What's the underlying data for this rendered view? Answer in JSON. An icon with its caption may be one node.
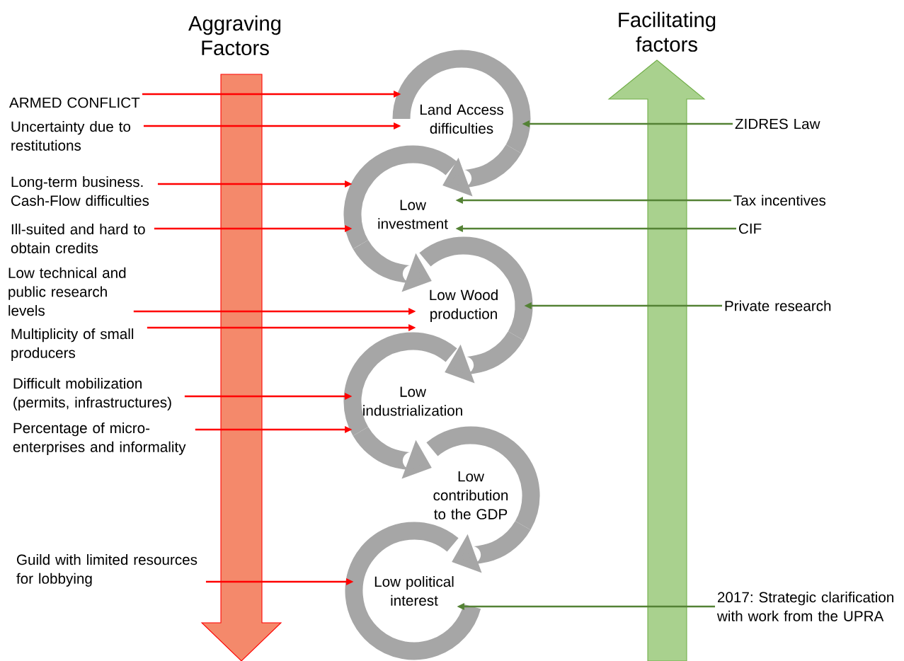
{
  "diagram": {
    "nodes": [
      {
        "text": [
          "ARMED CONFLICT"
        ]
      },
      {
        "text": [
          "Uncertainty due to restitutions"
        ]
      },
      {
        "text": [
          "Long-term business. Cash-Flow difficulties"
        ]
      },
      {
        "text": [
          "Ill-suited and hard to obtain credits"
        ]
      },
      {
        "text": [
          "Low technical and public research levels"
        ]
      },
      {
        "text": [
          "Multiplicity of small producers"
        ]
      },
      {
        "text": [
          "Difficult mobilization (permits, infrastructures)"
        ]
      },
      {
        "text": [
          "Percentage of micro-enterprises and informality"
        ]
      },
      {
        "text": [
          "Guild with limited resources for lobbying"
        ]
      },
      {
        "text": [
          "Land Access difficulties"
        ]
      },
      {
        "text": [
          "Low investment"
        ]
      },
      {
        "text": [
          "Low Wood production"
        ]
      },
      {
        "text": [
          "Low industrialization"
        ]
      },
      {
        "text": [
          "Low contribution to the GDP"
        ]
      },
      {
        "text": [
          "Low political interest"
        ]
      },
      {
        "text": [
          "ZIDRES Law"
        ]
      },
      {
        "text": [
          "Tax incentives"
        ]
      },
      {
        "text": [
          "CIF"
        ]
      },
      {
        "text": [
          "Private research"
        ]
      },
      {
        "text": [
          "2017: Strategic clarification with work from the UPRA"
        ]
      }
    ],
    "edges": [
      {
        "from": 0,
        "to": 9,
        "arrow": "to"
      },
      {
        "from": 1,
        "to": 9,
        "arrow": "to"
      },
      {
        "from": 2,
        "to": 10,
        "arrow": "to"
      },
      {
        "from": 3,
        "to": 10,
        "arrow": "to"
      },
      {
        "from": 4,
        "to": 11,
        "arrow": "to"
      },
      {
        "from": 5,
        "to": 11,
        "arrow": "to"
      },
      {
        "from": 6,
        "to": 12,
        "arrow": "to"
      },
      {
        "from": 7,
        "to": 12,
        "arrow": "to"
      },
      {
        "from": 8,
        "to": 14,
        "arrow": "to"
      },
      {
        "from": 15,
        "to": 9,
        "arrow": "to",
        "color": "#548235"
      },
      {
        "from": 16,
        "to": 10,
        "arrow": "to",
        "color": "#548235"
      },
      {
        "from": 17,
        "to": 10,
        "arrow": "to",
        "color": "#548235"
      },
      {
        "from": 18,
        "to": 11,
        "arrow": "to",
        "color": "#548235"
      },
      {
        "from": 19,
        "to": 14,
        "arrow": "to",
        "color": "#548235"
      },
      {
        "from": 9,
        "to": 10,
        "arrow": "to",
        "style": "thick",
        "color": "#a6a6a6"
      },
      {
        "from": 10,
        "to": 11,
        "arrow": "to",
        "style": "thick",
        "color": "#a6a6a6"
      },
      {
        "from": 11,
        "to": 12,
        "arrow": "to",
        "style": "thick",
        "color": "#a6a6a6"
      },
      {
        "from": 12,
        "to": 13,
        "arrow": "to",
        "style": "thick",
        "color": "#a6a6a6"
      },
      {
        "from": 13,
        "to": 14,
        "arrow": "to",
        "style": "thick",
        "color": "#a6a6a6"
      }
    ],
    "labels": [
      "Aggraving Factors",
      "Facilitating factors"
    ]
  }
}
